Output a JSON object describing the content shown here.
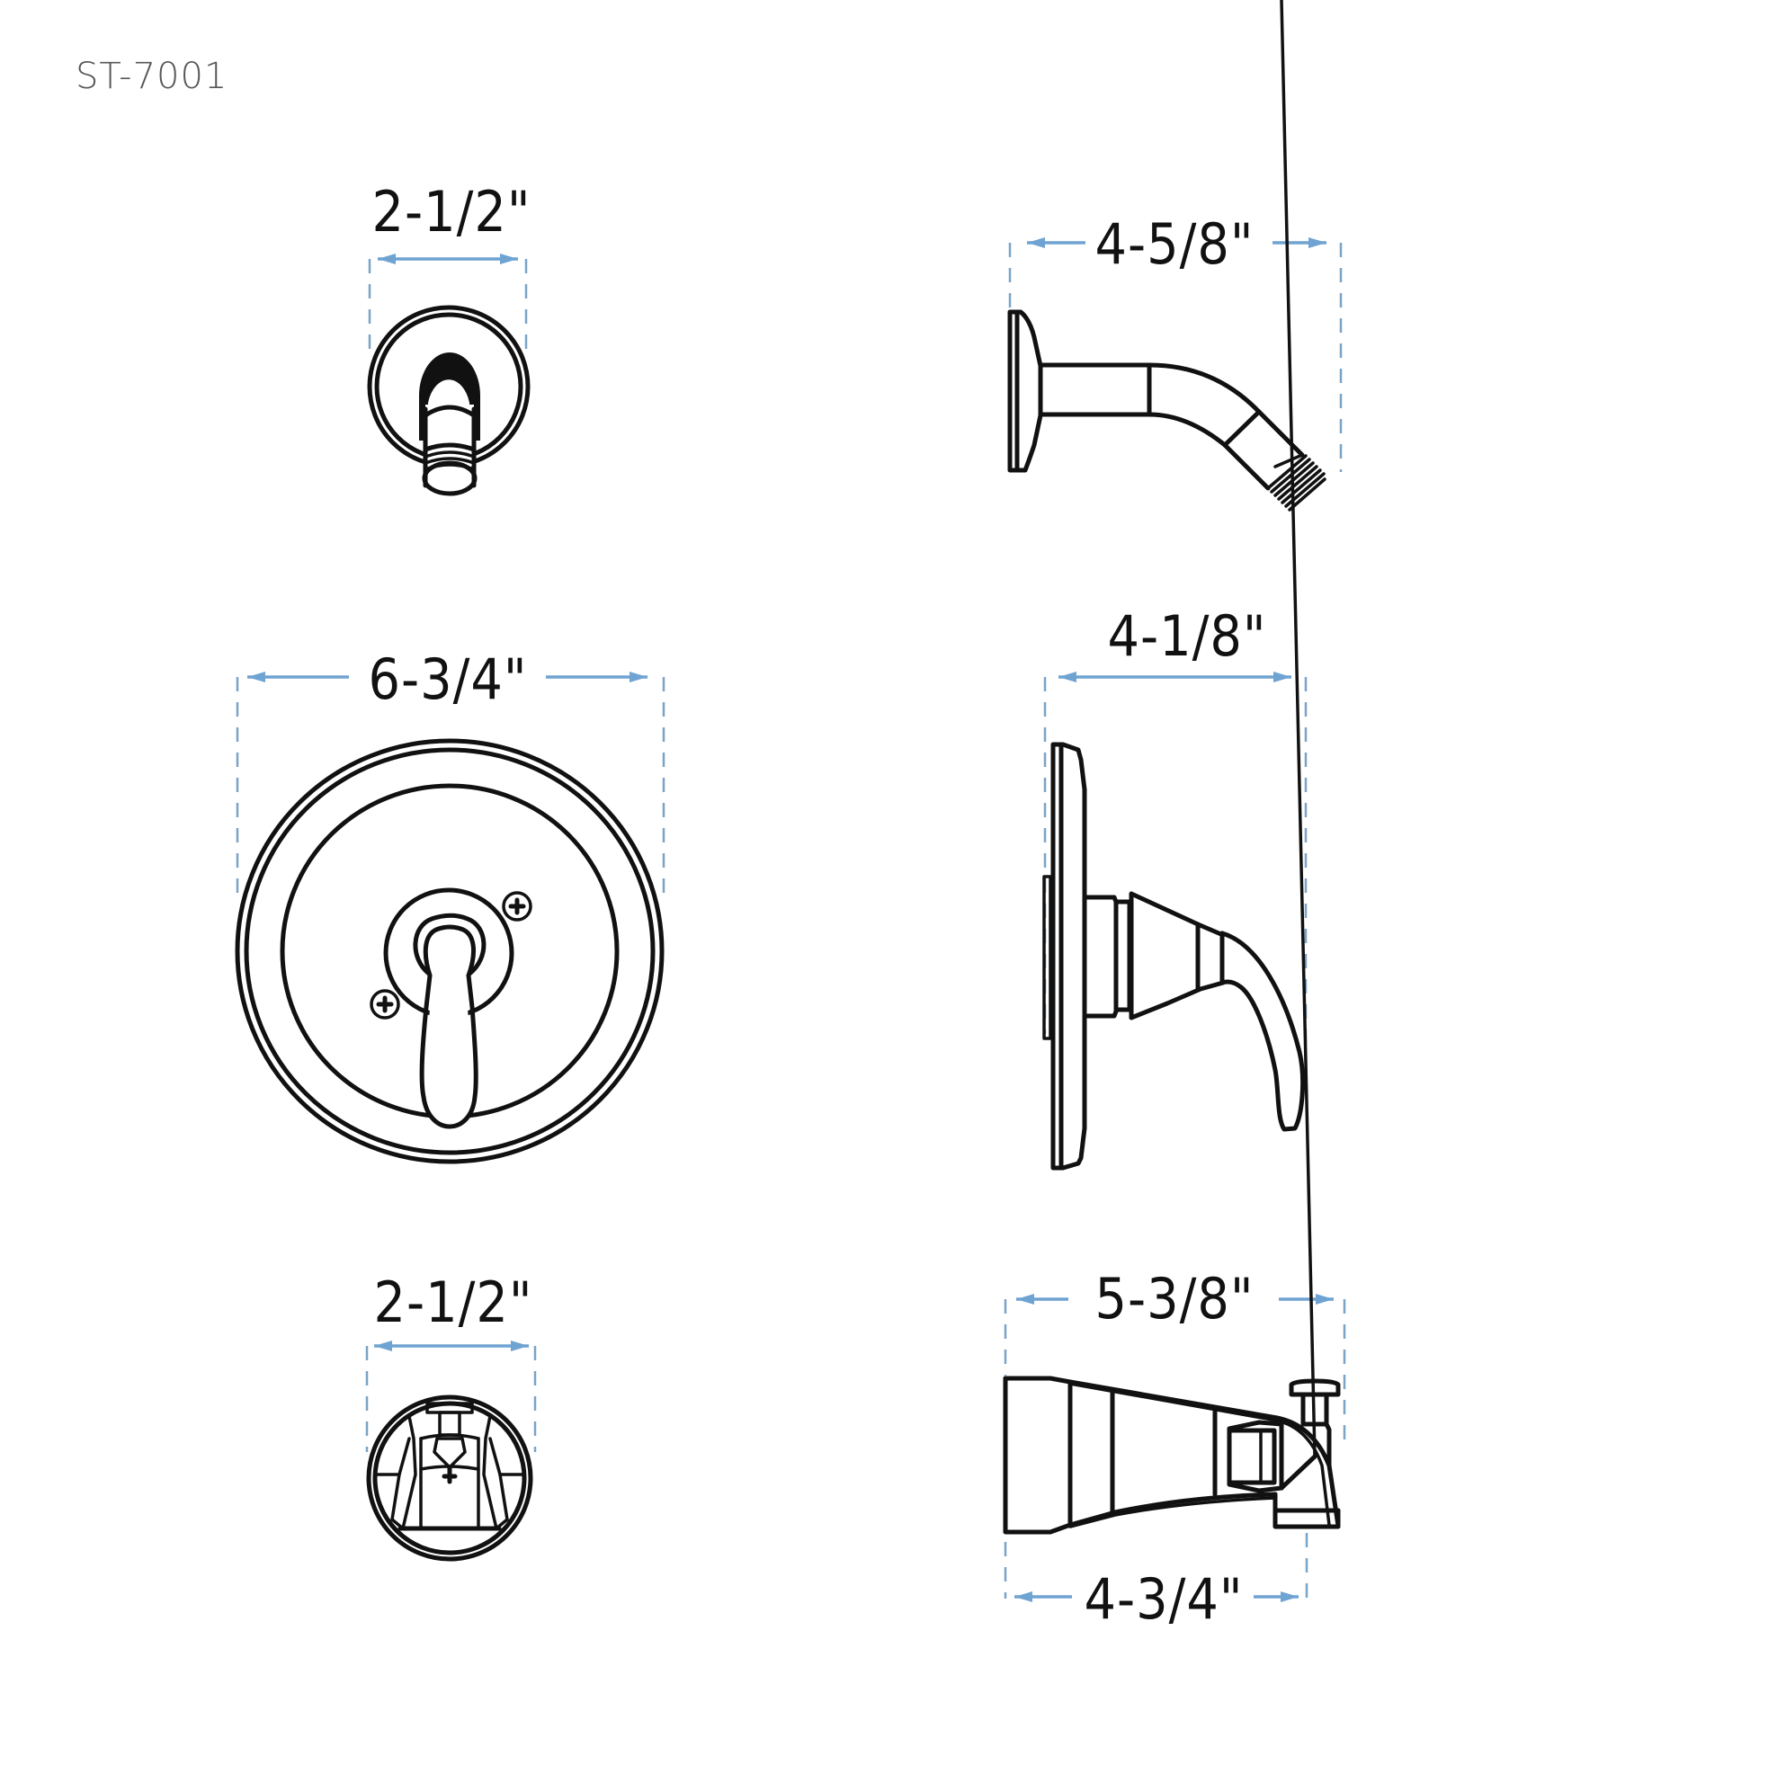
{
  "model_number": "ST-7001",
  "colors": {
    "line": "#111111",
    "dimension": "#6fa3d2",
    "extension": "#7aa3c8",
    "model_text": "#555555"
  },
  "views": [
    {
      "id": "shower-arm-front",
      "title": "Shower arm front view",
      "dimension": "2-1/2\""
    },
    {
      "id": "shower-arm-side",
      "title": "Shower arm side view",
      "dimension": "4-5/8\""
    },
    {
      "id": "valve-trim-front",
      "title": "Valve trim front view",
      "dimension": "6-3/4\""
    },
    {
      "id": "valve-trim-side",
      "title": "Valve trim side view",
      "dimension": "4-1/8\""
    },
    {
      "id": "tub-spout-front",
      "title": "Tub spout front view",
      "dimension": "2-1/2\""
    },
    {
      "id": "tub-spout-side",
      "title": "Tub spout side view",
      "dimension": "5-3/8\"",
      "secondary_dimension": "4-3/4\""
    }
  ]
}
